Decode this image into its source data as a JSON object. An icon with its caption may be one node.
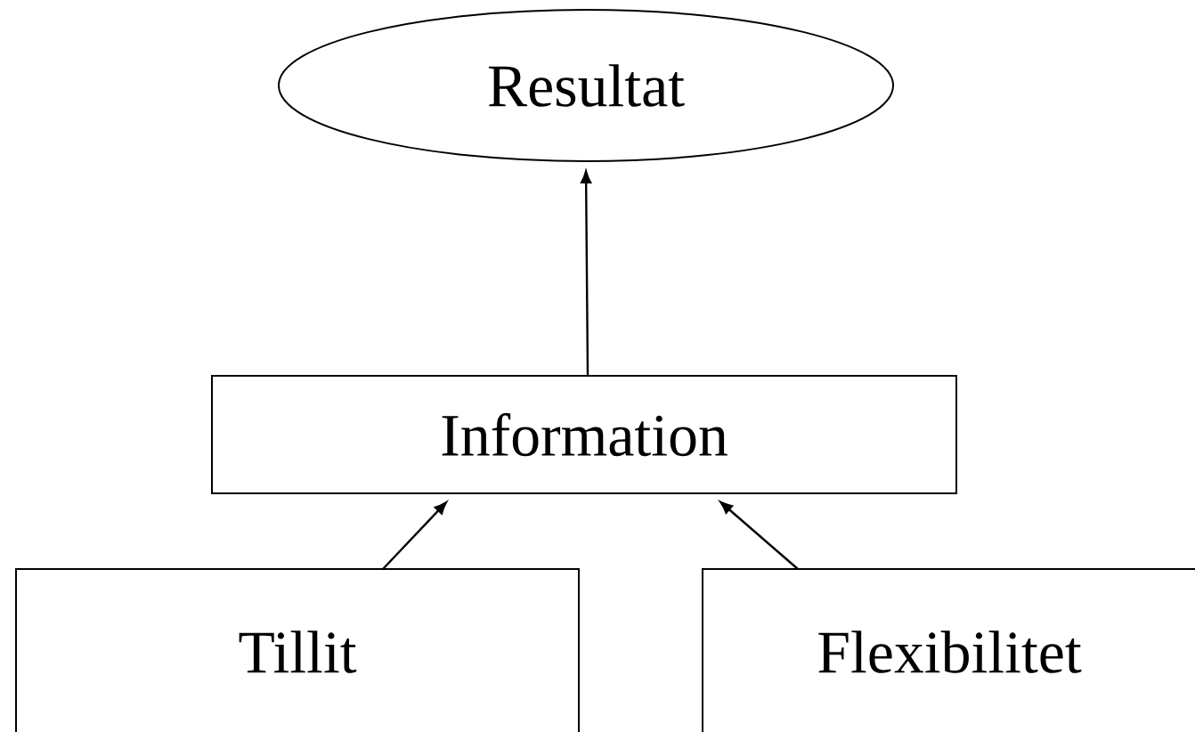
{
  "diagram": {
    "nodes": [
      {
        "text": [
          "Resultat"
        ]
      },
      {
        "text": [
          "Information"
        ]
      },
      {
        "text": [
          "Tillit"
        ]
      },
      {
        "text": [
          "Flexibilitet"
        ]
      }
    ],
    "edges": [
      {
        "from": 1,
        "to": 0,
        "arrow": "to"
      },
      {
        "from": 2,
        "to": 1,
        "arrow": "to"
      },
      {
        "from": 3,
        "to": 1,
        "arrow": "to"
      }
    ]
  }
}
